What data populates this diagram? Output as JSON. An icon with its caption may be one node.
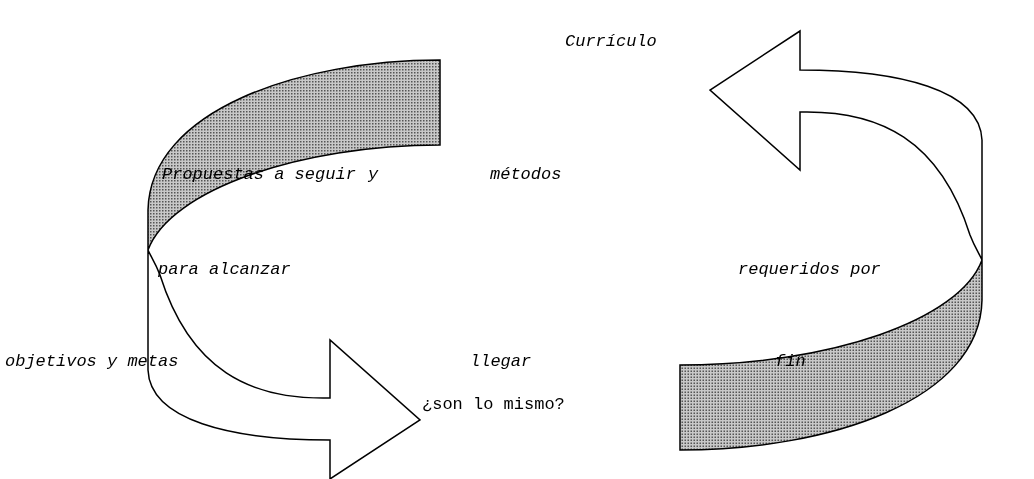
{
  "diagram": {
    "labels": [
      "Currículo",
      "Propuestas a seguir",
      "y",
      "métodos",
      "para alcanzar",
      "requeridos por",
      "objetivos y metas",
      "llegar",
      "fin",
      "¿son lo mismo?"
    ]
  }
}
